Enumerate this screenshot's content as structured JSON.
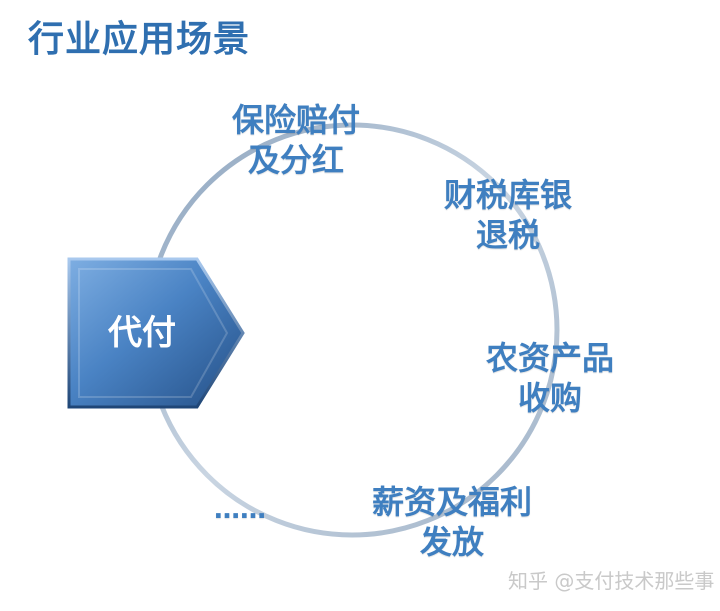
{
  "title": "行业应用场景",
  "center": {
    "label": "代付"
  },
  "scenarios": [
    {
      "line1": "保险赔付",
      "line2": "及分红"
    },
    {
      "line1": "财税库银",
      "line2": "退税"
    },
    {
      "line1": "农资产品",
      "line2": "收购"
    },
    {
      "line1": "薪资及福利",
      "line2": "发放"
    },
    {
      "line1": "……"
    }
  ],
  "watermark": "知乎 @支付技术那些事",
  "colors": {
    "title": "#2f6fb0",
    "label": "#3f7fc0",
    "ring": "#b8c6d6",
    "arrow_light": "#6f9fd6",
    "arrow_dark": "#2d5c96"
  }
}
